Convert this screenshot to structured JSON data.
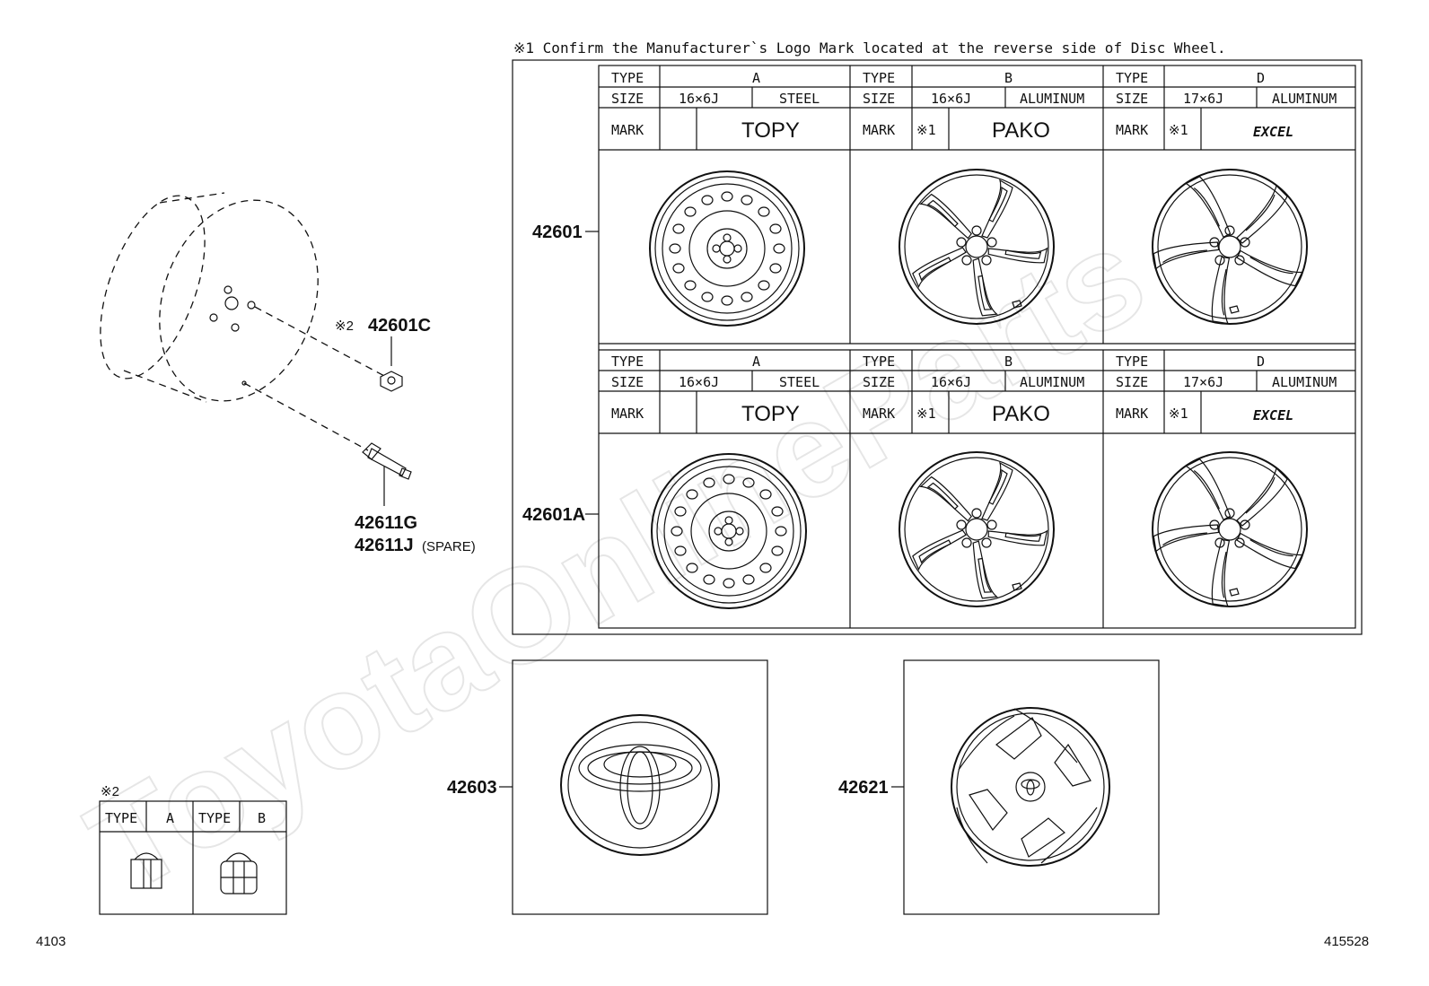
{
  "header_note": "※1  Confirm the Manufacturer`s Logo Mark located at the reverse side of Disc Wheel.",
  "watermark": "ToyotaOnlineParts",
  "labels": {
    "nut": "42601C",
    "nut_note": "※2",
    "valve": "42611G",
    "valve_spare": "42611J",
    "valve_spare_suffix": "(SPARE)",
    "wheel_row1": "42601",
    "wheel_row2": "42601A",
    "ornament": "42603",
    "wheel_cap": "42621"
  },
  "wheel_table": {
    "header_labels": {
      "type": "TYPE",
      "size": "SIZE",
      "mark": "MARK"
    },
    "columns": [
      {
        "type": "A",
        "size": "16×6J",
        "material": "STEEL",
        "ref": "",
        "mark": "TOPY"
      },
      {
        "type": "B",
        "size": "16×6J",
        "material": "ALUMINUM",
        "ref": "※1",
        "mark": "PAKO"
      },
      {
        "type": "D",
        "size": "17×6J",
        "material": "ALUMINUM",
        "ref": "※1",
        "mark": "EXCEL"
      }
    ]
  },
  "nut_table": {
    "note": "※2",
    "type_label": "TYPE",
    "types": [
      "A",
      "B"
    ]
  },
  "footer": {
    "left": "4103",
    "right": "415528"
  }
}
